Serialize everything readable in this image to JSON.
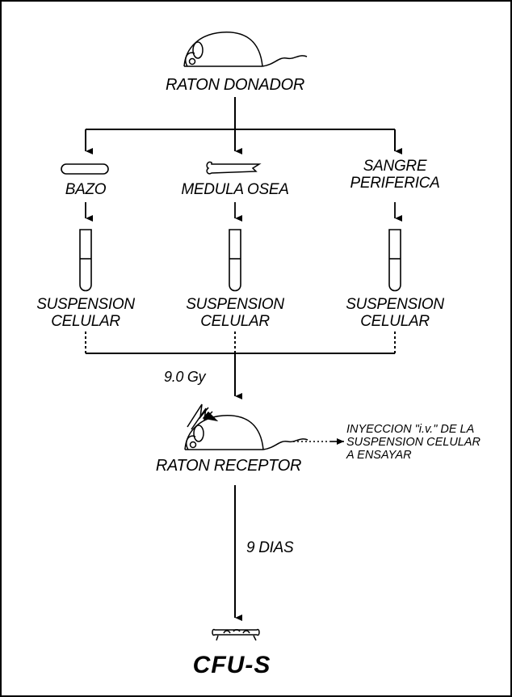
{
  "nodes": {
    "donor": "RATON DONADOR",
    "sources": [
      {
        "label_lines": [
          "BAZO"
        ]
      },
      {
        "label_lines": [
          "MEDULA OSEA"
        ]
      },
      {
        "label_lines": [
          "SANGRE",
          "PERIFERICA"
        ]
      }
    ],
    "suspension_lines": [
      "SUSPENSION",
      "CELULAR"
    ],
    "recipient": "RATON RECEPTOR",
    "result": "CFU-S"
  },
  "edges": {
    "irradiation": "9.0 Gy",
    "incubation": "9 DIAS",
    "injection_lines": [
      "INYECCION \"i.v.\" DE LA",
      "SUSPENSION CELULAR",
      "A ENSAYAR"
    ]
  },
  "icons": [
    "mouse-icon",
    "spleen-icon",
    "bone-icon",
    "test-tube-icon",
    "radiation-bolt-icon",
    "spleen-colonies-icon"
  ],
  "colors": {
    "line": "#000000",
    "background": "#ffffff"
  }
}
